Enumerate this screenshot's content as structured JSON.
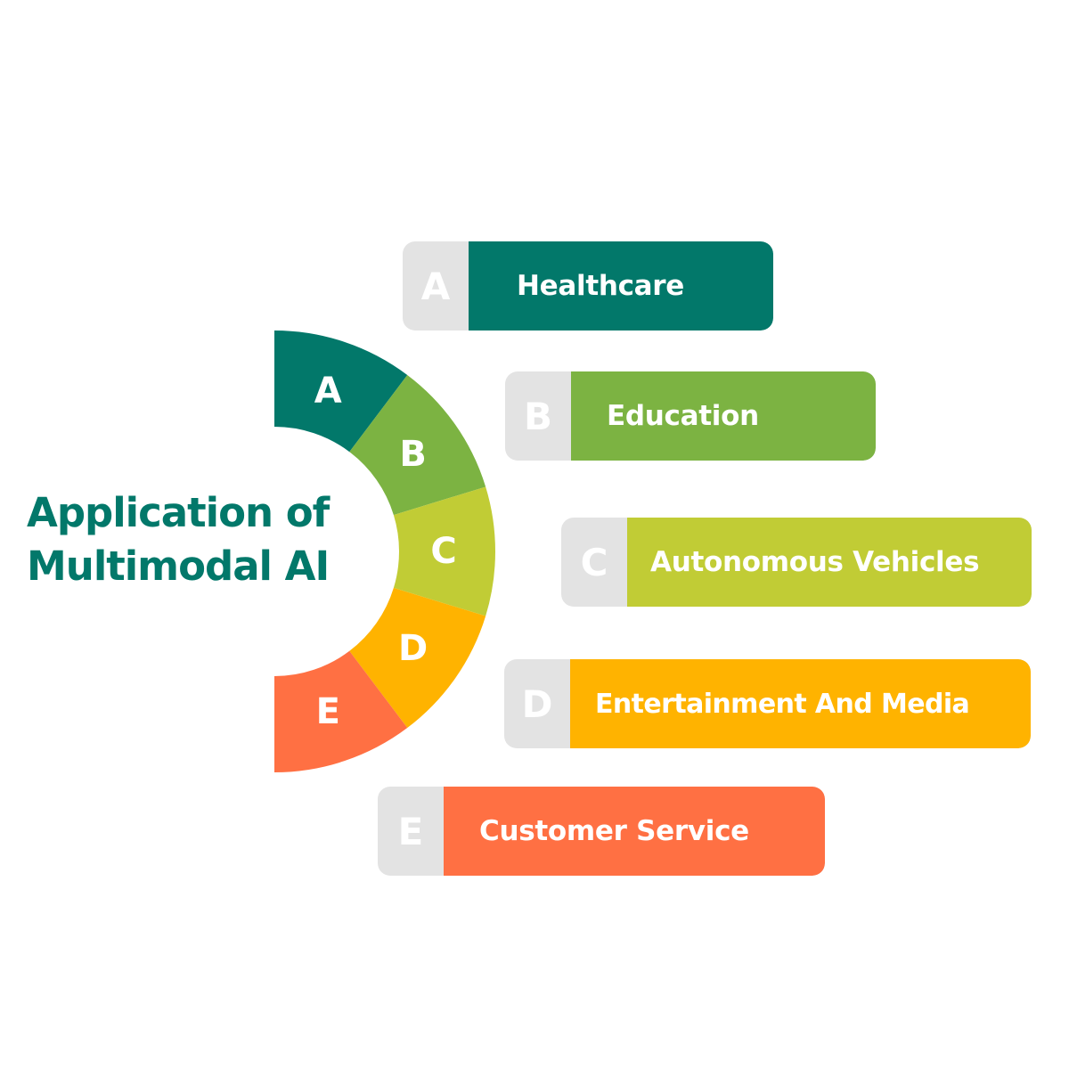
{
  "title": {
    "line1": "Application of",
    "line2": "Multimodal AI"
  },
  "segments": [
    {
      "letter": "A",
      "color": "#02786A"
    },
    {
      "letter": "B",
      "color": "#7CB342"
    },
    {
      "letter": "C",
      "color": "#C1CC35"
    },
    {
      "letter": "D",
      "color": "#FFB300"
    },
    {
      "letter": "E",
      "color": "#FF7043"
    }
  ],
  "items": [
    {
      "letter": "A",
      "label": "Healthcare",
      "color": "#02786A"
    },
    {
      "letter": "B",
      "label": "Education",
      "color": "#7CB342"
    },
    {
      "letter": "C",
      "label": "Autonomous Vehicles",
      "color": "#C1CC35"
    },
    {
      "letter": "D",
      "label": "Entertainment And Media",
      "color": "#FFB300"
    },
    {
      "letter": "E",
      "label": "Customer Service",
      "color": "#FF7043"
    }
  ]
}
